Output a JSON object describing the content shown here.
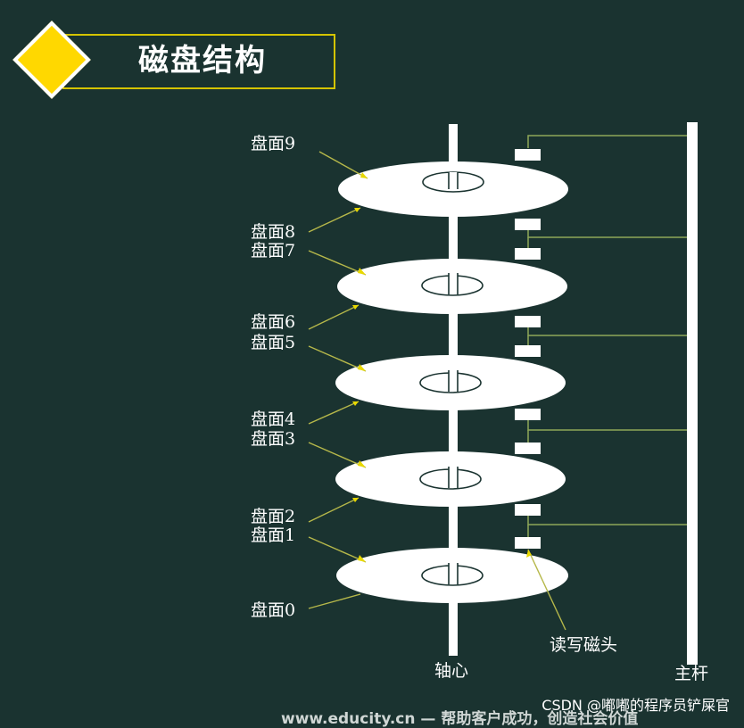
{
  "header": {
    "title": "磁盘结构"
  },
  "surfaces": [
    "盘面9",
    "盘面8",
    "盘面7",
    "盘面6",
    "盘面5",
    "盘面4",
    "盘面3",
    "盘面2",
    "盘面1",
    "盘面0"
  ],
  "labels": {
    "spindle": "轴心",
    "head": "读写磁头",
    "arm": "主杆"
  },
  "footer": {
    "site_text": "www.educity.cn — 帮助客户成功，创造社会价值",
    "watermark": "CSDN @嘟嘟的程序员铲屎官"
  },
  "colors": {
    "background": "#1a3330",
    "accent": "#ffd800",
    "frame": "#d4c400",
    "disk": "#ffffff",
    "pointer": "#b6b84a",
    "head_line": "#8ea858"
  }
}
